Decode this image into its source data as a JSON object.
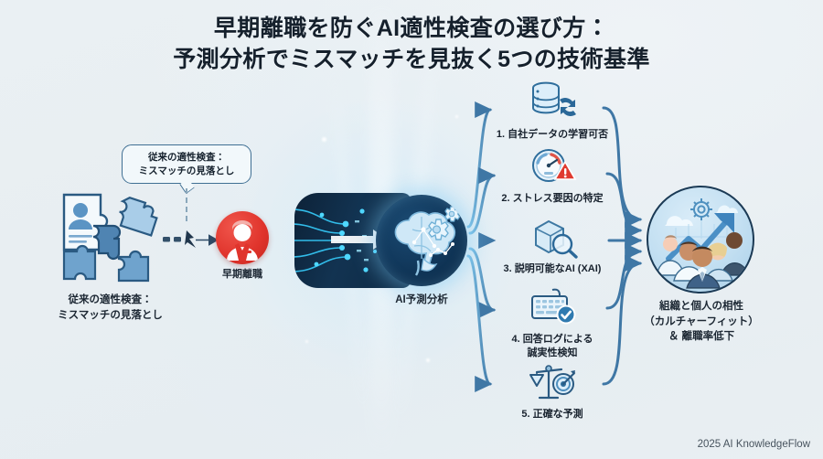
{
  "title": {
    "line1": "早期離職を防ぐAI適性検査の選び方：",
    "line2": "予測分析でミスマッチを見抜く5つの技術基準"
  },
  "left": {
    "bubble": {
      "line1": "従来の適性検査：",
      "line2": "ミスマッチの見落とし"
    },
    "caption": {
      "line1": "従来の適性検査：",
      "line2": "ミスマッチの見落とし"
    },
    "puzzle_icon": "puzzle-profile-icon",
    "dashed_arrow_icon": "dashed-arrow-icon",
    "risk": {
      "label": "早期離職",
      "icon": "red-person-icon",
      "color": "#e0342c"
    }
  },
  "center": {
    "label": "AI予測分析",
    "panel_icon": "circuit-board-icon",
    "core_icon": "brain-gears-icon",
    "panel_color": "#0d2238",
    "glow_color": "#7cc8f5"
  },
  "criteria": [
    {
      "number": "1.",
      "text": "自社データの学習可否",
      "icon": "database-sync-icon",
      "lines": [
        "1. 自社データの学習可否"
      ]
    },
    {
      "number": "2.",
      "text": "ストレス要因の特定",
      "icon": "gauge-warning-icon",
      "lines": [
        "2. ストレス要因の特定"
      ]
    },
    {
      "number": "3.",
      "text": "説明可能なAI (XAI)",
      "icon": "cube-magnifier-icon",
      "lines": [
        "3. 説明可能なAI (XAI)"
      ]
    },
    {
      "number": "4.",
      "text": "回答ログによる誠実性検知",
      "icon": "keyboard-check-icon",
      "lines": [
        "4. 回答ログによる",
        "誠実性検知"
      ]
    },
    {
      "number": "5.",
      "text": "正確な予測",
      "icon": "scales-target-icon",
      "lines": [
        "5. 正確な予測"
      ]
    }
  ],
  "right": {
    "icon": "team-growth-icon",
    "caption": {
      "line1": "組織と個人の相性",
      "line2": "（カルチャーフィット）",
      "line3": "＆ 離職率低下"
    }
  },
  "footer": "2025 AI KnowledgeFlow",
  "colors": {
    "background": "#e9eff2",
    "title": "#15202c",
    "arrow": "#3f77a5",
    "accent_blue": "#2e6da4",
    "alert_red": "#e0342c"
  }
}
